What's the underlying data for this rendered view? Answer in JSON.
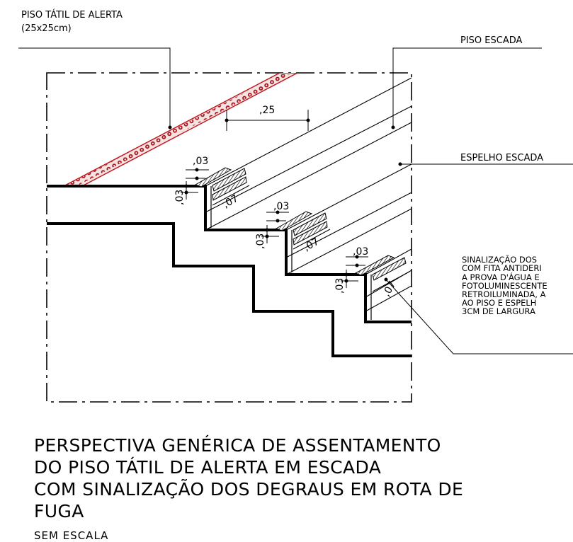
{
  "labels": {
    "tactile_title": "PISO TÁTIL DE ALERTA",
    "tactile_size": "(25x25cm)",
    "stair_floor": "PISO ESCADA",
    "stair_riser": "ESPELHO ESCADA"
  },
  "note_lines": [
    "SINALIZAÇÃO DOS",
    "COM FITA ANTIDERI",
    "A PROVA D'ÁGUA E",
    "FOTOLUMINESCENTE",
    "RETROILUMINADA, A",
    "AO PISO E ESPELH",
    "3CM DE LARGURA"
  ],
  "dimensions": {
    "tactile_width": ",25",
    "stripe_width": ",03",
    "stripe_length": ",07"
  },
  "caption_lines": [
    "PERSPECTIVA GENÉRICA DE ASSENTAMENTO",
    "DO PISO TÁTIL DE ALERTA EM ESCADA",
    "COM SINALIZAÇÃO DOS DEGRAUS EM ROTA DE",
    "FUGA"
  ],
  "scale_note": "SEM ESCALA",
  "colors": {
    "tactile_strip": "#c0141b",
    "tactile_dots": "#ffffff",
    "lines": "#000000"
  }
}
